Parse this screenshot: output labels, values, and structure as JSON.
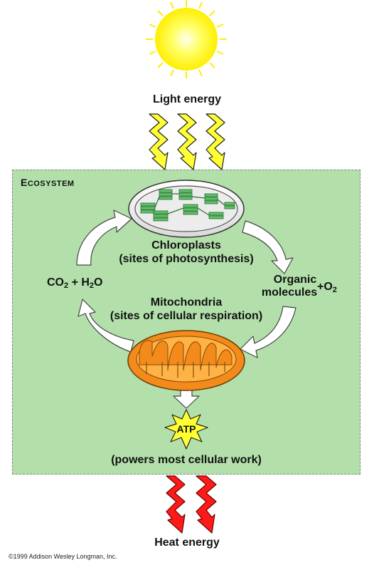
{
  "labels": {
    "light_energy": "Light energy",
    "ecosystem_first": "E",
    "ecosystem_rest": "COSYSTEM",
    "chloroplasts": "Chloroplasts",
    "chloroplasts_sub": "(sites of photosynthesis)",
    "co2": "CO",
    "co2_sub": "2",
    "plus_h": " + H",
    "h2o_sub": "2",
    "h2o_o": "O",
    "organic": "Organic",
    "molecules": "molecules",
    "plus_o": "+O",
    "o2_sub": "2",
    "mitochondria": "Mitochondria",
    "mitochondria_sub": "(sites of cellular respiration)",
    "atp": "ATP",
    "powers": "(powers most cellular work)",
    "heat_energy": "Heat energy",
    "copyright": "©1999 Addison Wesley Longman, Inc."
  },
  "colors": {
    "ecosystem_bg": "#b3e0aa",
    "sun": "#ffff33",
    "light_bolt": "#ffff33",
    "heat_bolt": "#ff1a1a",
    "chloroplast_green": "#5fc06a",
    "mitochondria_orange": "#f28a1c",
    "atp_star": "#ffff33"
  }
}
